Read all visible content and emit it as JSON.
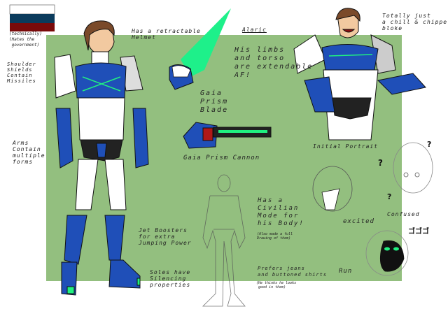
{
  "flag": {
    "colors": [
      "#ffffff",
      "#0b3b5c",
      "#7a0a0a"
    ]
  },
  "notes": {
    "nationality": [
      "(technically)",
      "(Hates the",
      " government)"
    ],
    "helmet": [
      "Has a retractable",
      "Helmet"
    ],
    "shoulders": [
      "Shoulder",
      "Shields",
      "Contain",
      "Missiles"
    ],
    "arms": [
      "Arms",
      "Contain",
      "multiple",
      "forms"
    ],
    "jet": [
      "Jet Boosters",
      "for extra",
      "Jumping Power"
    ],
    "soles": [
      "Soles have",
      "Silencing",
      "properties"
    ],
    "blade": [
      "Gaia",
      "Prism",
      "Blade"
    ],
    "cannon": "Gaia Prism Cannon",
    "name": "Alaric",
    "limbs": [
      "His limbs",
      "and torso",
      "are extendable",
      "AF!"
    ],
    "chill": [
      "Totally just",
      "a chill & chipper",
      "bloke"
    ],
    "portrait": "Initial Portrait",
    "civilian": [
      "Has a",
      "Civilian",
      "Mode for",
      "his Body!"
    ],
    "civilian_small": [
      "(Also made a full",
      "Drawing of them)"
    ],
    "jeans": [
      "Prefers jeans",
      "and buttoned shirts"
    ],
    "jeans_small": [
      "(He thinks he looks",
      " good in them)"
    ],
    "excited": "excited",
    "confused": "Confused",
    "run": "Run",
    "question": "?",
    "menace": "ゴゴゴ"
  },
  "colors": {
    "background_panel": "#93bf7f",
    "armor_blue": "#1f4fb8",
    "glow_green": "#20f080",
    "hair": "#7a4a2a"
  }
}
